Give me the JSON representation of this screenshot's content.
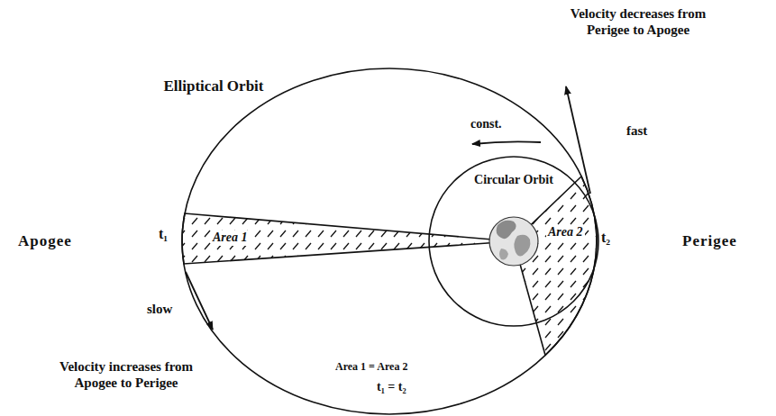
{
  "diagram": {
    "nodes": [
      {
        "text": [
          "Elliptical Orbit"
        ]
      },
      {
        "text": [
          "Circular Orbit"
        ],
        "in": 0
      }
    ],
    "labels": [
      "Velocity decreases from Perigee to Apogee",
      "fast",
      "const.",
      "Apogee",
      "t₁",
      "Area 1",
      "Area 2",
      "t₂",
      "Perigee",
      "slow",
      "Area 1 = Area 2",
      "t₁ = t₂",
      "Velocity increases from Apogee to Perigee"
    ]
  }
}
